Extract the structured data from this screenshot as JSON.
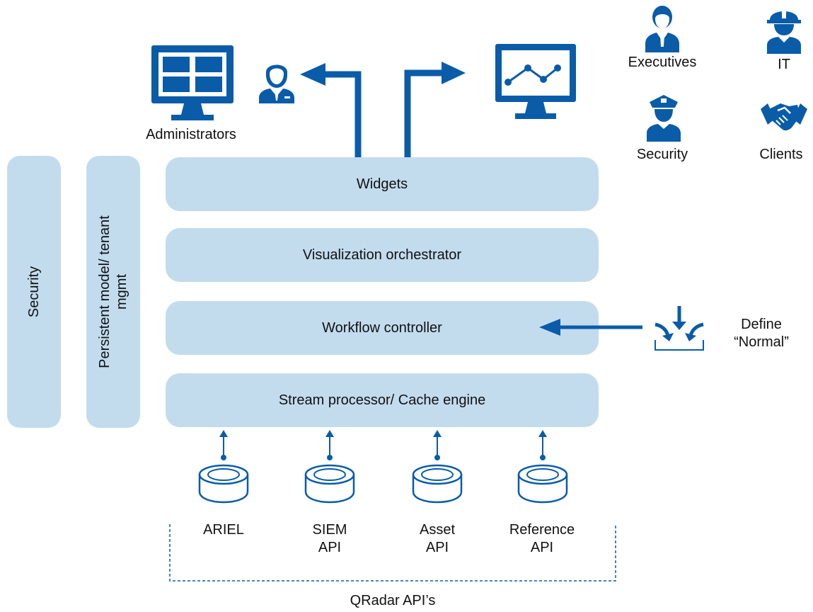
{
  "colors": {
    "accent": "#0a5ca8",
    "layer": "#c2dcee",
    "text": "#111111"
  },
  "audience": {
    "administrators": "Administrators",
    "executives": "Executives",
    "it": "IT",
    "security": "Security",
    "clients": "Clients"
  },
  "side_columns": {
    "security": "Security",
    "persistent_line1": "Persistent model/ tenant",
    "persistent_line2": "mgmt"
  },
  "layers": {
    "widgets": "Widgets",
    "visualization": "Visualization orchestrator",
    "workflow": "Workflow controller",
    "stream": "Stream processor/ Cache engine"
  },
  "define_normal": {
    "line1": "Define",
    "line2": "“Normal”"
  },
  "sources": {
    "ariel": {
      "line1": "ARIEL",
      "line2": ""
    },
    "siem": {
      "line1": "SIEM",
      "line2": "API"
    },
    "asset": {
      "line1": "Asset",
      "line2": "API"
    },
    "reference": {
      "line1": "Reference",
      "line2": "API"
    }
  },
  "bracket_label": "QRadar API’s",
  "icons": [
    "dashboard-monitor-icon",
    "administrator-person-icon",
    "chart-monitor-icon",
    "executive-person-icon",
    "it-worker-icon",
    "security-officer-icon",
    "handshake-icon",
    "inbox-merge-icon",
    "database-icon"
  ]
}
